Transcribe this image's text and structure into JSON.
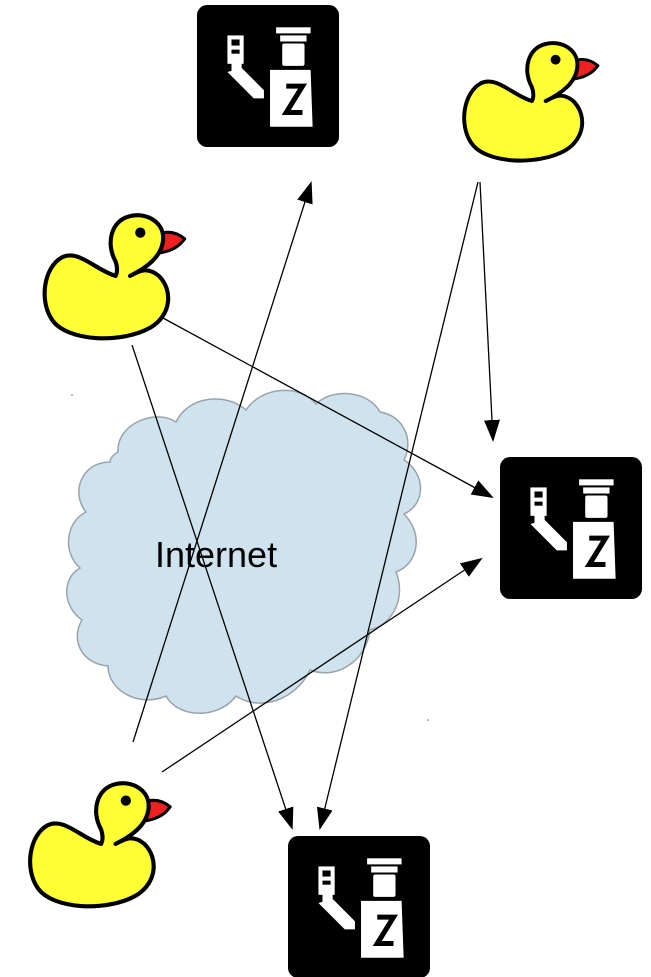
{
  "cloud": {
    "label": "Internet",
    "fill": "#cfe3ef",
    "stroke": "#9aa3ab"
  },
  "nodes": {
    "clients": [
      {
        "name": "duck-top-right",
        "icon": "rubber-duck-icon"
      },
      {
        "name": "duck-left",
        "icon": "rubber-duck-icon"
      },
      {
        "name": "duck-bottom-left",
        "icon": "rubber-duck-icon"
      }
    ],
    "servers": [
      {
        "name": "officer-top",
        "icon": "passport-control-officer-icon"
      },
      {
        "name": "officer-right",
        "icon": "passport-control-officer-icon"
      },
      {
        "name": "officer-bottom",
        "icon": "passport-control-officer-icon"
      }
    ]
  },
  "connections": [
    {
      "from": "duck-top-right",
      "to": "officer-right"
    },
    {
      "from": "duck-top-right",
      "to": "officer-bottom"
    },
    {
      "from": "duck-left",
      "to": "officer-right"
    },
    {
      "from": "duck-left",
      "to": "officer-bottom"
    },
    {
      "from": "duck-bottom-left",
      "to": "officer-top"
    },
    {
      "from": "duck-bottom-left",
      "to": "officer-right"
    }
  ],
  "colors": {
    "duck_body": "#ffff33",
    "duck_beak": "#ee2020",
    "officer_bg": "#000000",
    "officer_figure": "#ffffff",
    "arrow": "#000000"
  }
}
